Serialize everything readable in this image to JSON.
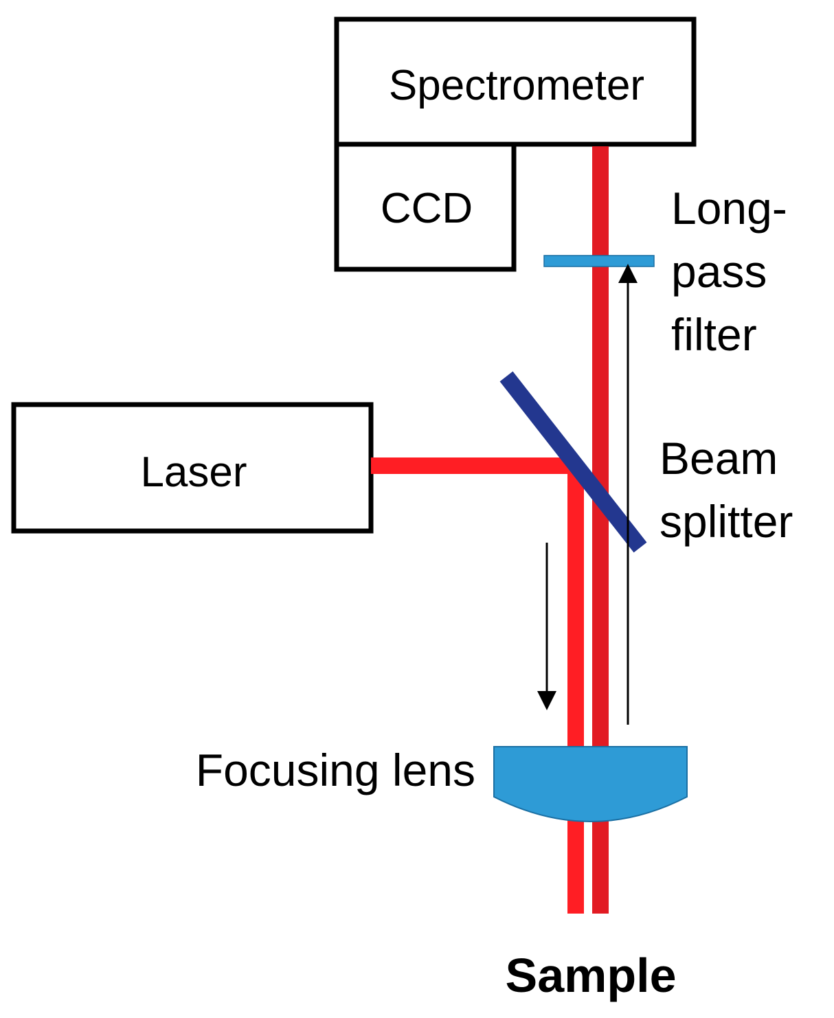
{
  "components": {
    "spectrometer": "Spectrometer",
    "ccd": "CCD",
    "laser": "Laser",
    "longpass_filter": [
      "Long-",
      "pass",
      "filter"
    ],
    "beam_splitter": [
      "Beam",
      "splitter"
    ],
    "focusing_lens": "Focusing lens",
    "sample": "Sample"
  },
  "colors": {
    "outline": "#000000",
    "excitation_beam": "#ff1e24",
    "collected_beam": "#e21b23",
    "beam_splitter": "#23378f",
    "optic_blue": "#2e9bd6"
  }
}
